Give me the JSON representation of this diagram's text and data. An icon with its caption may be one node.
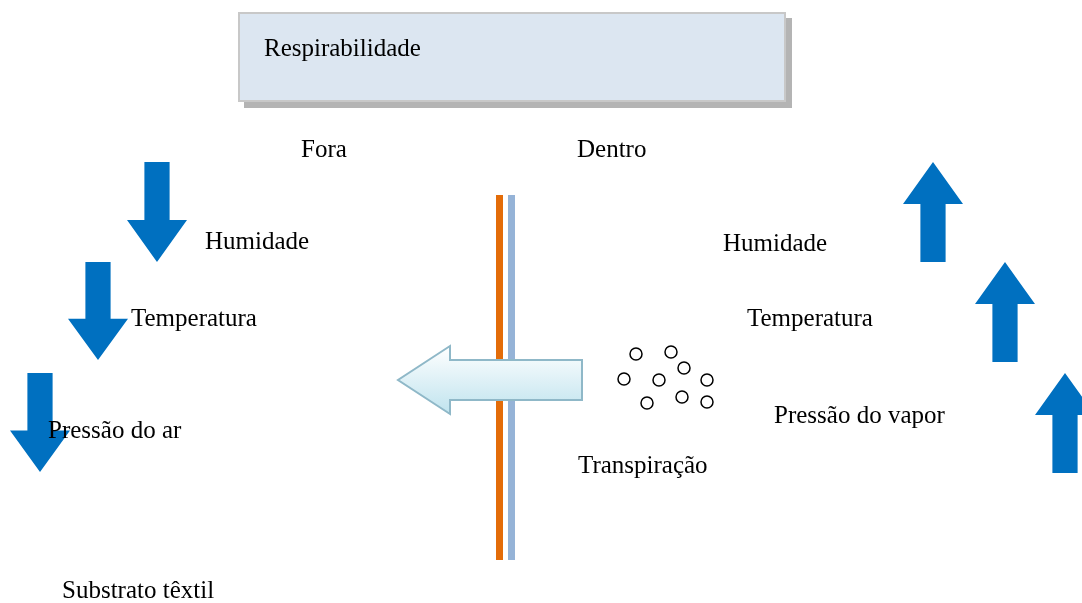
{
  "diagram": {
    "nodes": [
      {
        "text": [
          "Respirabilidade"
        ]
      }
    ],
    "labels": [
      "Fora",
      "Dentro",
      "Humidade",
      "Temperatura",
      "Pressão do ar",
      "Humidade",
      "Temperatura",
      "Pressão do vapor",
      "Transpiração",
      "Substrato têxtil"
    ]
  }
}
